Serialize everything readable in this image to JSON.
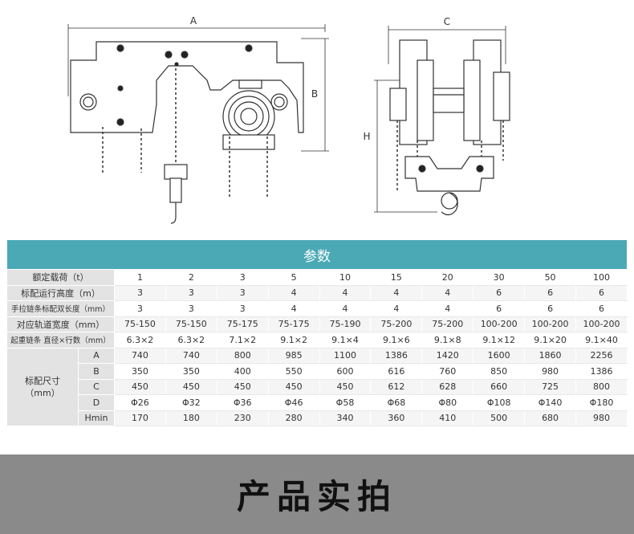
{
  "drawing": {
    "label_a": "A",
    "label_b": "B",
    "label_c": "C",
    "label_h": "H"
  },
  "table": {
    "header": "参数",
    "rows": [
      {
        "label": "额定载荷（t）",
        "values": [
          "1",
          "2",
          "3",
          "5",
          "10",
          "15",
          "20",
          "30",
          "50",
          "100"
        ]
      },
      {
        "label": "标配运行高度（m）",
        "values": [
          "3",
          "3",
          "3",
          "4",
          "4",
          "4",
          "4",
          "6",
          "6",
          "6"
        ]
      },
      {
        "label": "手拉链条标配双长度（mm）",
        "values": [
          "3",
          "3",
          "3",
          "4",
          "4",
          "4",
          "4",
          "6",
          "6",
          "6"
        ]
      },
      {
        "label": "对应轨道宽度（mm）",
        "values": [
          "75-150",
          "75-150",
          "75-175",
          "75-175",
          "75-190",
          "75-200",
          "75-200",
          "100-200",
          "100-200",
          "100-200"
        ]
      },
      {
        "label": "起重链条 直径×行数（mm）",
        "values": [
          "6.3×2",
          "6.3×2",
          "7.1×2",
          "9.1×2",
          "9.1×4",
          "9.1×6",
          "9.1×8",
          "9.1×12",
          "9.1×20",
          "9.1×40"
        ]
      }
    ],
    "group_label": "标配尺寸（mm）",
    "dim_rows": [
      {
        "label": "A",
        "values": [
          "740",
          "740",
          "800",
          "985",
          "1100",
          "1386",
          "1420",
          "1600",
          "1860",
          "2256"
        ]
      },
      {
        "label": "B",
        "values": [
          "350",
          "350",
          "400",
          "550",
          "600",
          "616",
          "760",
          "850",
          "980",
          "1386"
        ]
      },
      {
        "label": "C",
        "values": [
          "450",
          "450",
          "450",
          "450",
          "450",
          "612",
          "628",
          "660",
          "725",
          "800"
        ]
      },
      {
        "label": "D",
        "values": [
          "Φ26",
          "Φ32",
          "Φ36",
          "Φ46",
          "Φ58",
          "Φ68",
          "Φ80",
          "Φ108",
          "Φ140",
          "Φ180"
        ]
      },
      {
        "label": "Hmin",
        "values": [
          "170",
          "180",
          "230",
          "280",
          "340",
          "360",
          "410",
          "500",
          "680",
          "980"
        ]
      }
    ]
  },
  "banner": {
    "title": "产品实拍"
  },
  "colors": {
    "header_bg": "#4ba9b5",
    "label_bg": "#e3e3e3",
    "banner_bg": "#8a8a8a"
  }
}
